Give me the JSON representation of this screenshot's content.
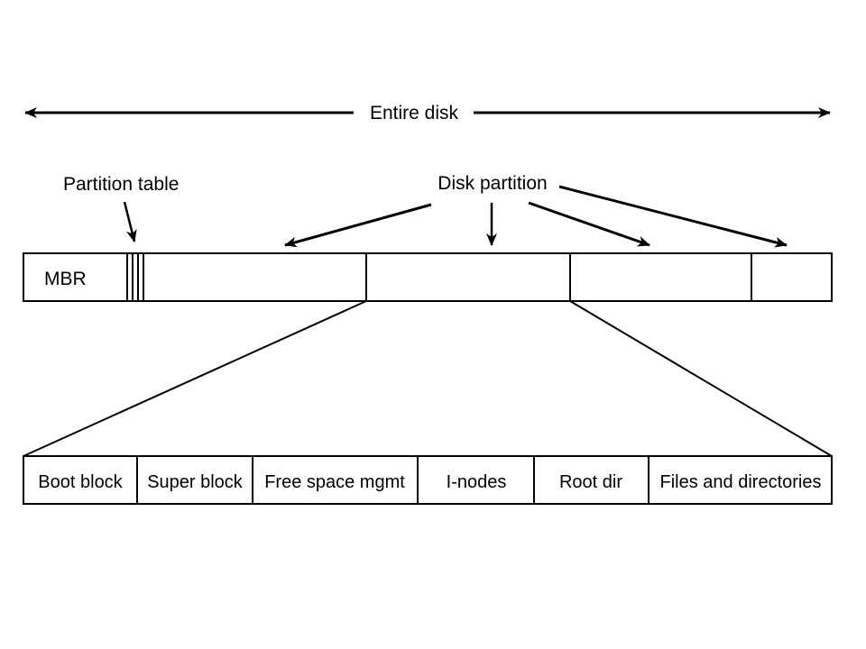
{
  "diagram": {
    "entire_disk_label": "Entire disk",
    "partition_table_label": "Partition table",
    "disk_partition_label": "Disk partition",
    "mbr_label": "MBR",
    "partition_layout": [
      "Boot block",
      "Super block",
      "Free space mgmt",
      "I-nodes",
      "Root dir",
      "Files and directories"
    ]
  }
}
